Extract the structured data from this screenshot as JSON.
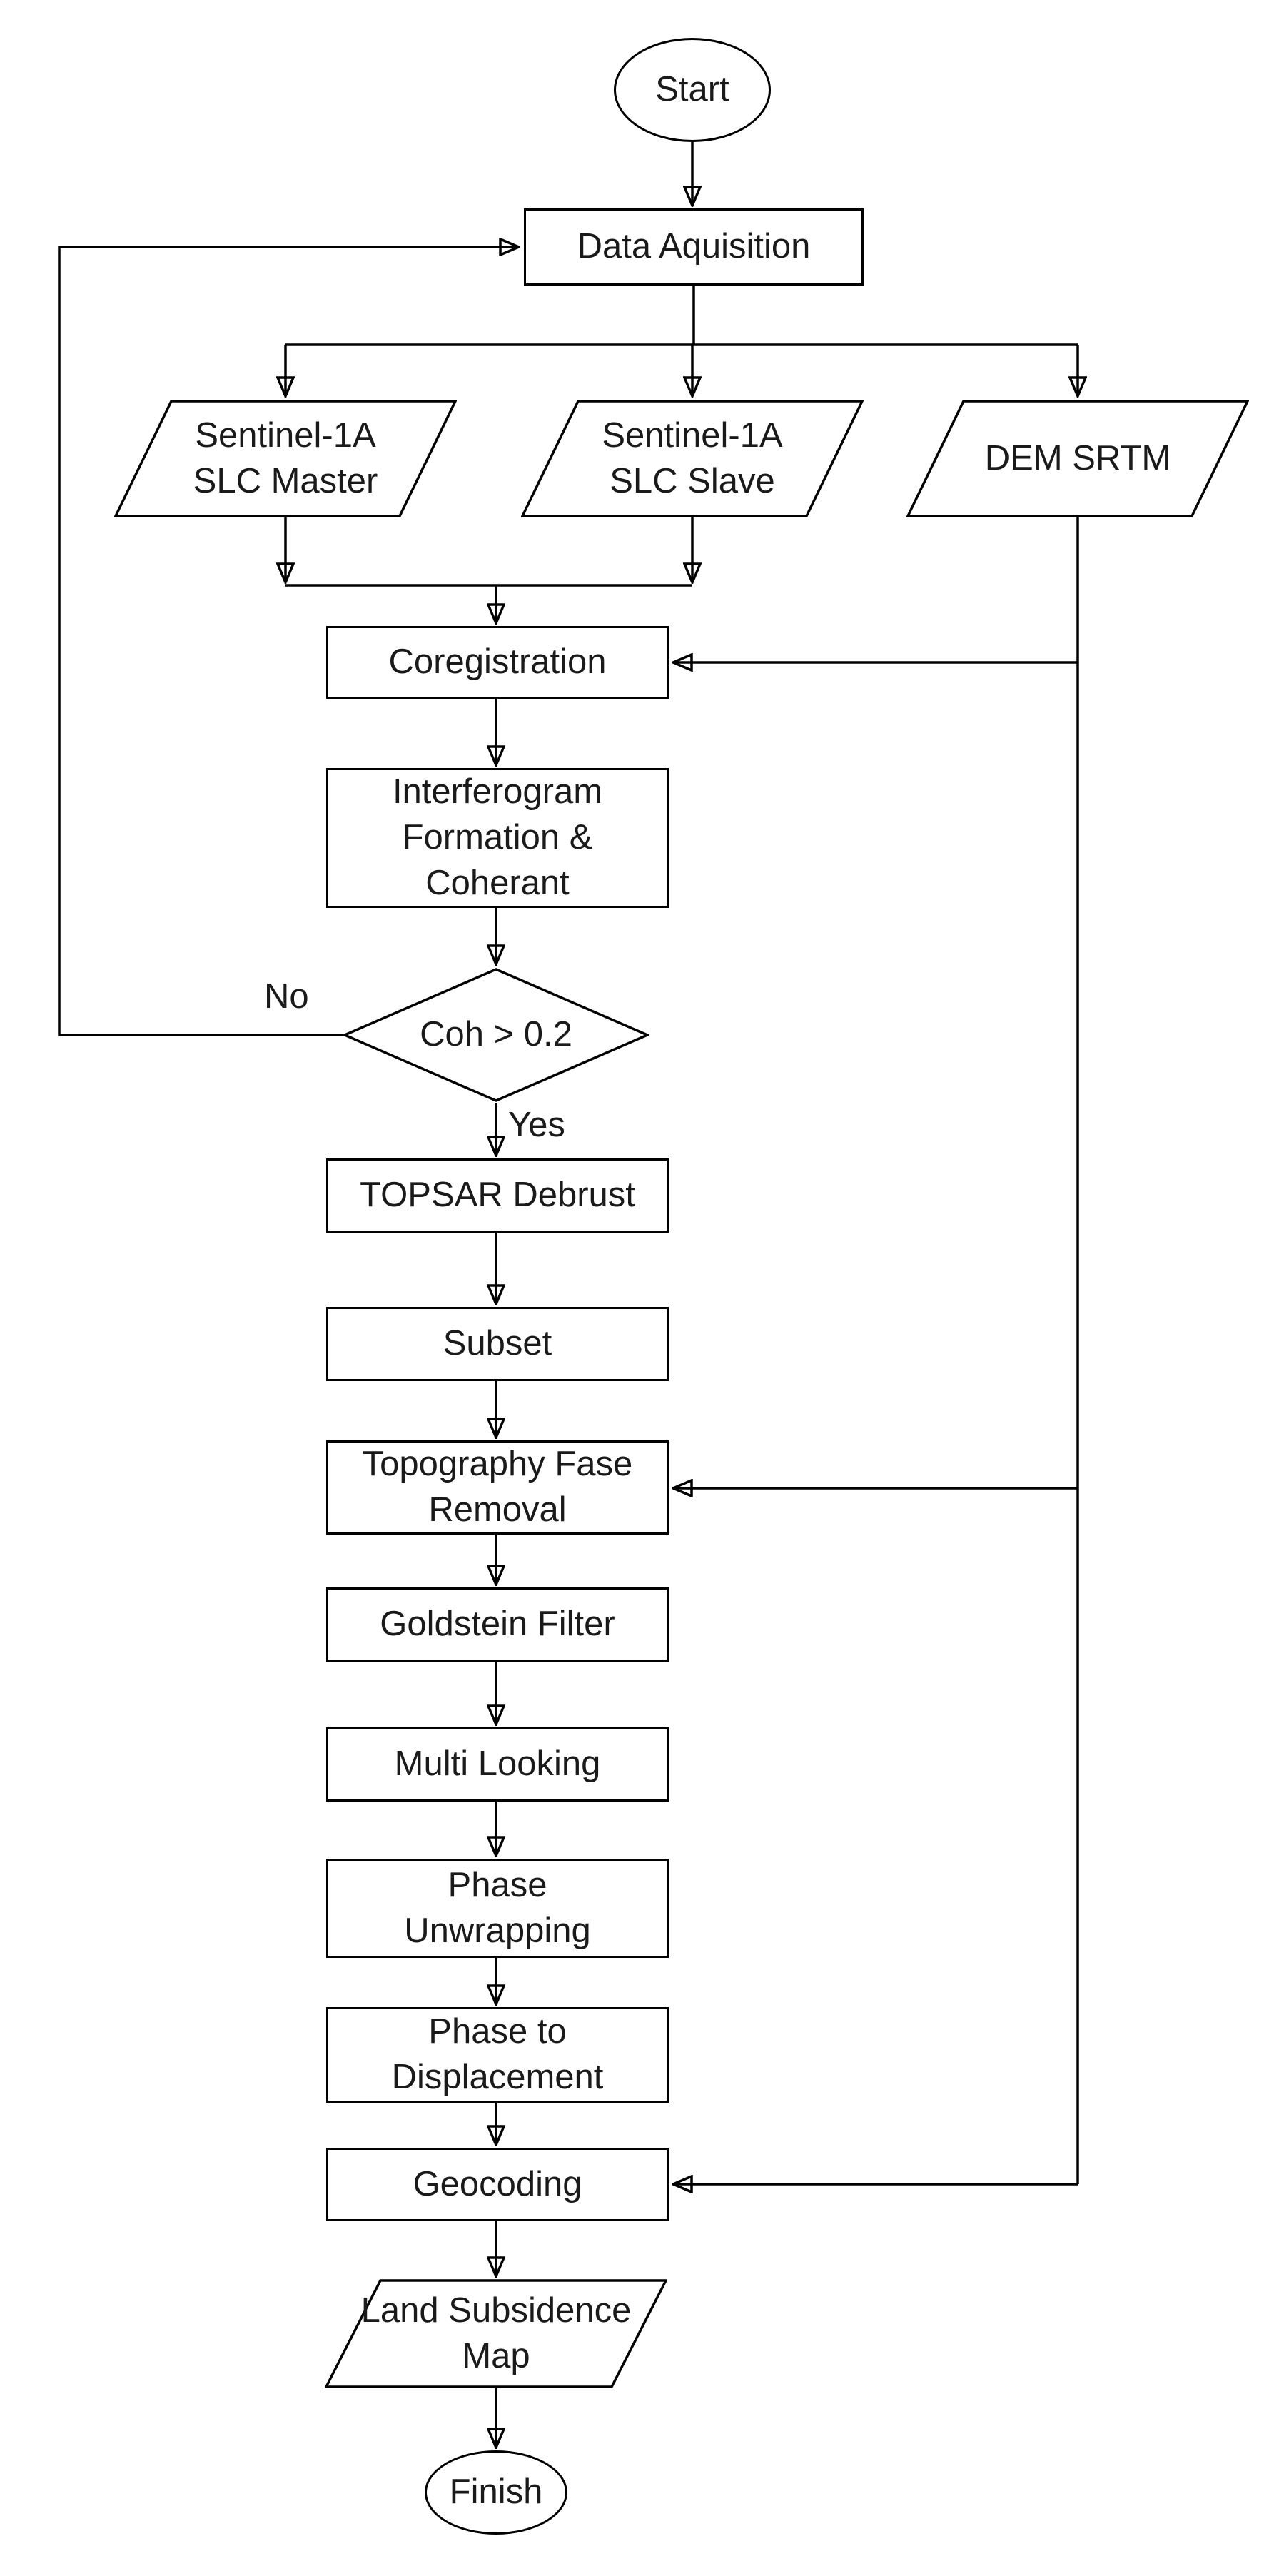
{
  "nodes": {
    "start": {
      "label": "Start",
      "shape": "ellipse"
    },
    "data_acquisition": {
      "label": "Data Aquisition",
      "shape": "rectangle"
    },
    "slc_master": {
      "label": "Sentinel-1A\nSLC Master",
      "shape": "parallelogram"
    },
    "slc_slave": {
      "label": "Sentinel-1A\nSLC Slave",
      "shape": "parallelogram"
    },
    "dem_srtm": {
      "label": "DEM SRTM",
      "shape": "parallelogram"
    },
    "coregistration": {
      "label": "Coregistration",
      "shape": "rectangle"
    },
    "interferogram_formation": {
      "label": "Interferogram\nFormation &\nCoherant",
      "shape": "rectangle"
    },
    "coherence_decision": {
      "label": "Coh > 0.2",
      "shape": "diamond"
    },
    "topsar_debrust": {
      "label": "TOPSAR Debrust",
      "shape": "rectangle"
    },
    "subset": {
      "label": "Subset",
      "shape": "rectangle"
    },
    "topography_fase_removal": {
      "label": "Topography Fase\nRemoval",
      "shape": "rectangle"
    },
    "goldstein_filter": {
      "label": "Goldstein Filter",
      "shape": "rectangle"
    },
    "multi_looking": {
      "label": "Multi Looking",
      "shape": "rectangle"
    },
    "phase_unwrapping": {
      "label": "Phase\nUnwrapping",
      "shape": "rectangle"
    },
    "phase_to_displacement": {
      "label": "Phase to\nDisplacement",
      "shape": "rectangle"
    },
    "geocoding": {
      "label": "Geocoding",
      "shape": "rectangle"
    },
    "land_subsidence_map": {
      "label": "Land Subsidence\nMap",
      "shape": "parallelogram"
    },
    "finish": {
      "label": "Finish",
      "shape": "ellipse"
    }
  },
  "edge_labels": {
    "no": "No",
    "yes": "Yes"
  },
  "edges": [
    {
      "from": "start",
      "to": "data_acquisition"
    },
    {
      "from": "data_acquisition",
      "to": "slc_master"
    },
    {
      "from": "data_acquisition",
      "to": "slc_slave"
    },
    {
      "from": "data_acquisition",
      "to": "dem_srtm"
    },
    {
      "from": "slc_master",
      "to": "coregistration"
    },
    {
      "from": "slc_slave",
      "to": "coregistration"
    },
    {
      "from": "dem_srtm",
      "to": "coregistration"
    },
    {
      "from": "coregistration",
      "to": "interferogram_formation"
    },
    {
      "from": "interferogram_formation",
      "to": "coherence_decision"
    },
    {
      "from": "coherence_decision",
      "to": "data_acquisition",
      "label": "No"
    },
    {
      "from": "coherence_decision",
      "to": "topsar_debrust",
      "label": "Yes"
    },
    {
      "from": "topsar_debrust",
      "to": "subset"
    },
    {
      "from": "subset",
      "to": "topography_fase_removal"
    },
    {
      "from": "dem_srtm",
      "to": "topography_fase_removal"
    },
    {
      "from": "topography_fase_removal",
      "to": "goldstein_filter"
    },
    {
      "from": "goldstein_filter",
      "to": "multi_looking"
    },
    {
      "from": "multi_looking",
      "to": "phase_unwrapping"
    },
    {
      "from": "phase_unwrapping",
      "to": "phase_to_displacement"
    },
    {
      "from": "phase_to_displacement",
      "to": "geocoding"
    },
    {
      "from": "dem_srtm",
      "to": "geocoding"
    },
    {
      "from": "geocoding",
      "to": "land_subsidence_map"
    },
    {
      "from": "land_subsidence_map",
      "to": "finish"
    }
  ],
  "colors": {
    "stroke": "#000000",
    "background": "#ffffff",
    "text": "#1a1a1a"
  }
}
